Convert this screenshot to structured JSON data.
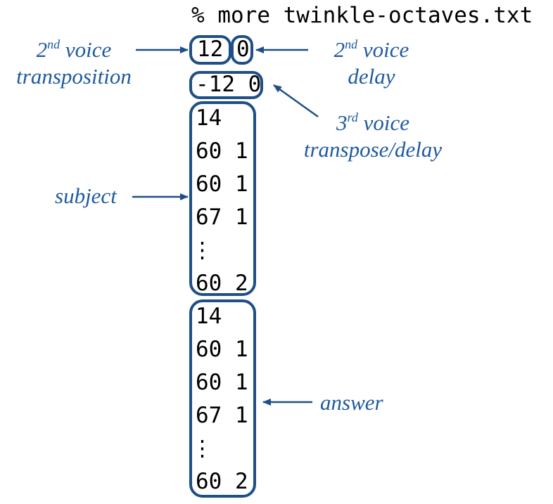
{
  "command": "% more twinkle-octaves.txt",
  "file": {
    "voice2": {
      "transposition": "12",
      "delay": "0"
    },
    "voice3": "-12 0",
    "subject": [
      "14",
      "60 1",
      "60 1",
      "67 1",
      "⋮",
      "60 2"
    ],
    "answer": [
      "14",
      "60 1",
      "60 1",
      "67 1",
      "⋮",
      "60 2"
    ]
  },
  "labels": {
    "voice2_transposition": {
      "ord": "2",
      "suffix": "nd",
      "line1": " voice",
      "line2": "transposition"
    },
    "voice2_delay": {
      "ord": "2",
      "suffix": "nd",
      "line1": " voice",
      "line2": "delay"
    },
    "voice3": {
      "ord": "3",
      "suffix": "rd",
      "line1": " voice",
      "line2": "transpose/delay"
    },
    "subject": "subject",
    "answer": "answer"
  },
  "colors": {
    "accent": "#1f5aa0",
    "box": "#1f4f86",
    "text": "#000000"
  }
}
